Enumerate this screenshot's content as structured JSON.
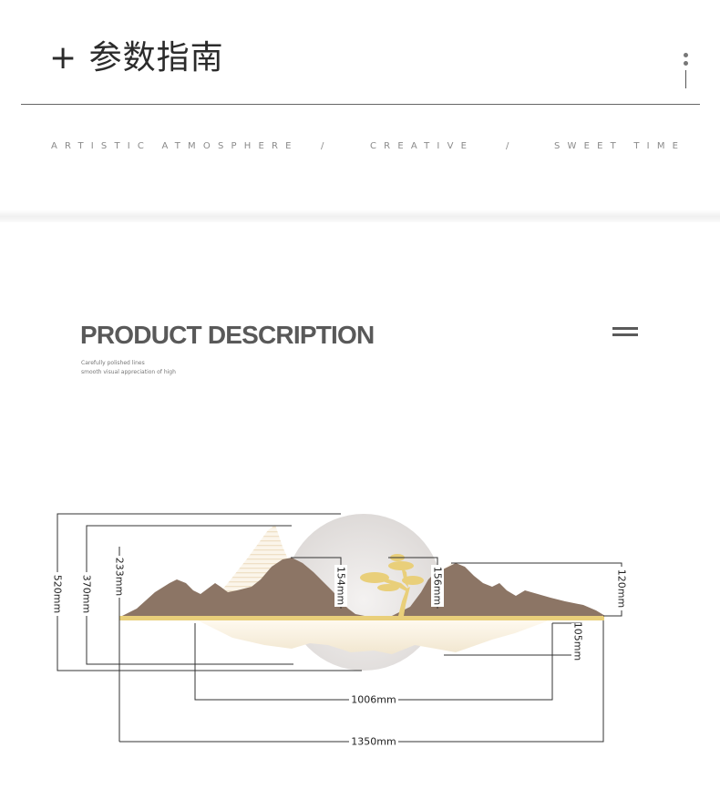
{
  "header": {
    "section_title": "+ 参数指南",
    "tagline_1": "ARTISTIC ATMOSPHERE",
    "tagline_sep_1": "/",
    "tagline_2": "CREATIVE",
    "tagline_sep_2": "/",
    "tagline_3": "SWEET TIME"
  },
  "product": {
    "title": "PRODUCT DESCRIPTION",
    "subtitle_line_1": "Carefully polished lines",
    "subtitle_line_2": "smooth visual appreciation of high"
  },
  "dimensions": {
    "height_total": "520mm",
    "height_370": "370mm",
    "height_233": "233mm",
    "height_154": "154mm",
    "height_156": "156mm",
    "height_120": "120mm",
    "height_105": "105mm",
    "width_1006": "1006mm",
    "width_1350": "1350mm"
  },
  "colors": {
    "mountain": "#8c7565",
    "gold": "#e9cf7a",
    "moon": "#e3e0de",
    "line": "#333333"
  },
  "icons": {
    "menu": "vertical-dots-icon",
    "list": "hamburger-icon"
  }
}
